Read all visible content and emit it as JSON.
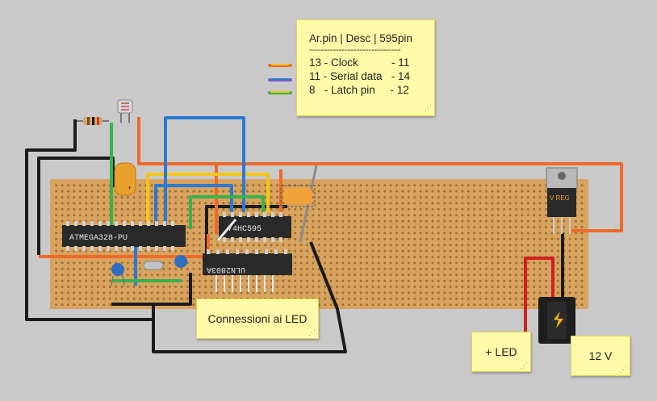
{
  "legend": {
    "header": "Ar.pin | Desc | 595pin",
    "separator": "-------------------------------",
    "rows": [
      {
        "text": "13 - Clock           - 11",
        "color": "#f7a21b"
      },
      {
        "text": "11 - Serial data   - 14",
        "color": "#7b5fc8"
      },
      {
        "text": "8   - Latch pin     - 12",
        "color": "#3fae3f"
      }
    ]
  },
  "labels": {
    "led_connections": "Connessioni ai LED",
    "plus_led": "+ LED",
    "v12": "12 V"
  },
  "chips": {
    "atmega": "ATMEGA328-PU",
    "shift_register": "74HC595",
    "uln": "ULN2803A",
    "regulator": "V REG"
  },
  "colors": {
    "board": "#d8a35e",
    "hole": "#9c6d2f",
    "wire_orange": "#ef6a2a",
    "wire_yellow": "#f5c518",
    "wire_blue": "#2c79d4",
    "wire_green": "#37b24d",
    "wire_black": "#1b1b1b",
    "wire_red": "#d21f1f",
    "wire_gray": "#8a8a8a",
    "note": "#fffaa8"
  }
}
